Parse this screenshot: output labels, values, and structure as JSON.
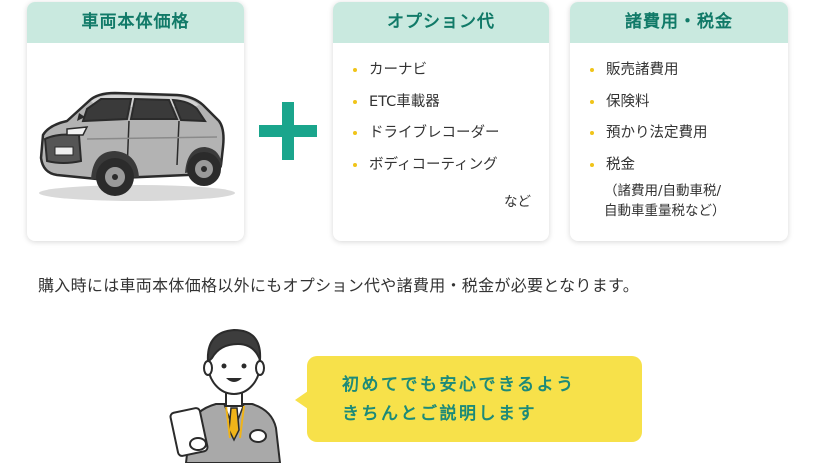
{
  "cards": {
    "car": {
      "title": "車両本体価格"
    },
    "options": {
      "title": "オプション代",
      "items": [
        "カーナビ",
        "ETC車載器",
        "ドライブレコーダー",
        "ボディコーティング"
      ],
      "note": "など"
    },
    "fees": {
      "title": "諸費用・税金",
      "items": [
        "販売諸費用",
        "保険料",
        "預かり法定費用",
        "税金"
      ],
      "tax_note_line1": "（諸費用/自動車税/",
      "tax_note_line2": "自動車重量税など）"
    }
  },
  "caption": "購入時には車両本体価格以外にもオプション代や諸費用・税金が必要となります。",
  "bubble": {
    "line1": "初めてでも安心できるよう",
    "line2": "きちんとご説明します"
  },
  "icons": {
    "car": "car-illustration",
    "plus": "plus-icon",
    "person": "staff-illustration"
  },
  "colors": {
    "header_bg": "#c9e9df",
    "header_text": "#117a68",
    "plus": "#1aa58c",
    "bullet": "#f0c419",
    "bubble_bg": "#f7e14a",
    "bubble_text": "#1d8a78"
  }
}
